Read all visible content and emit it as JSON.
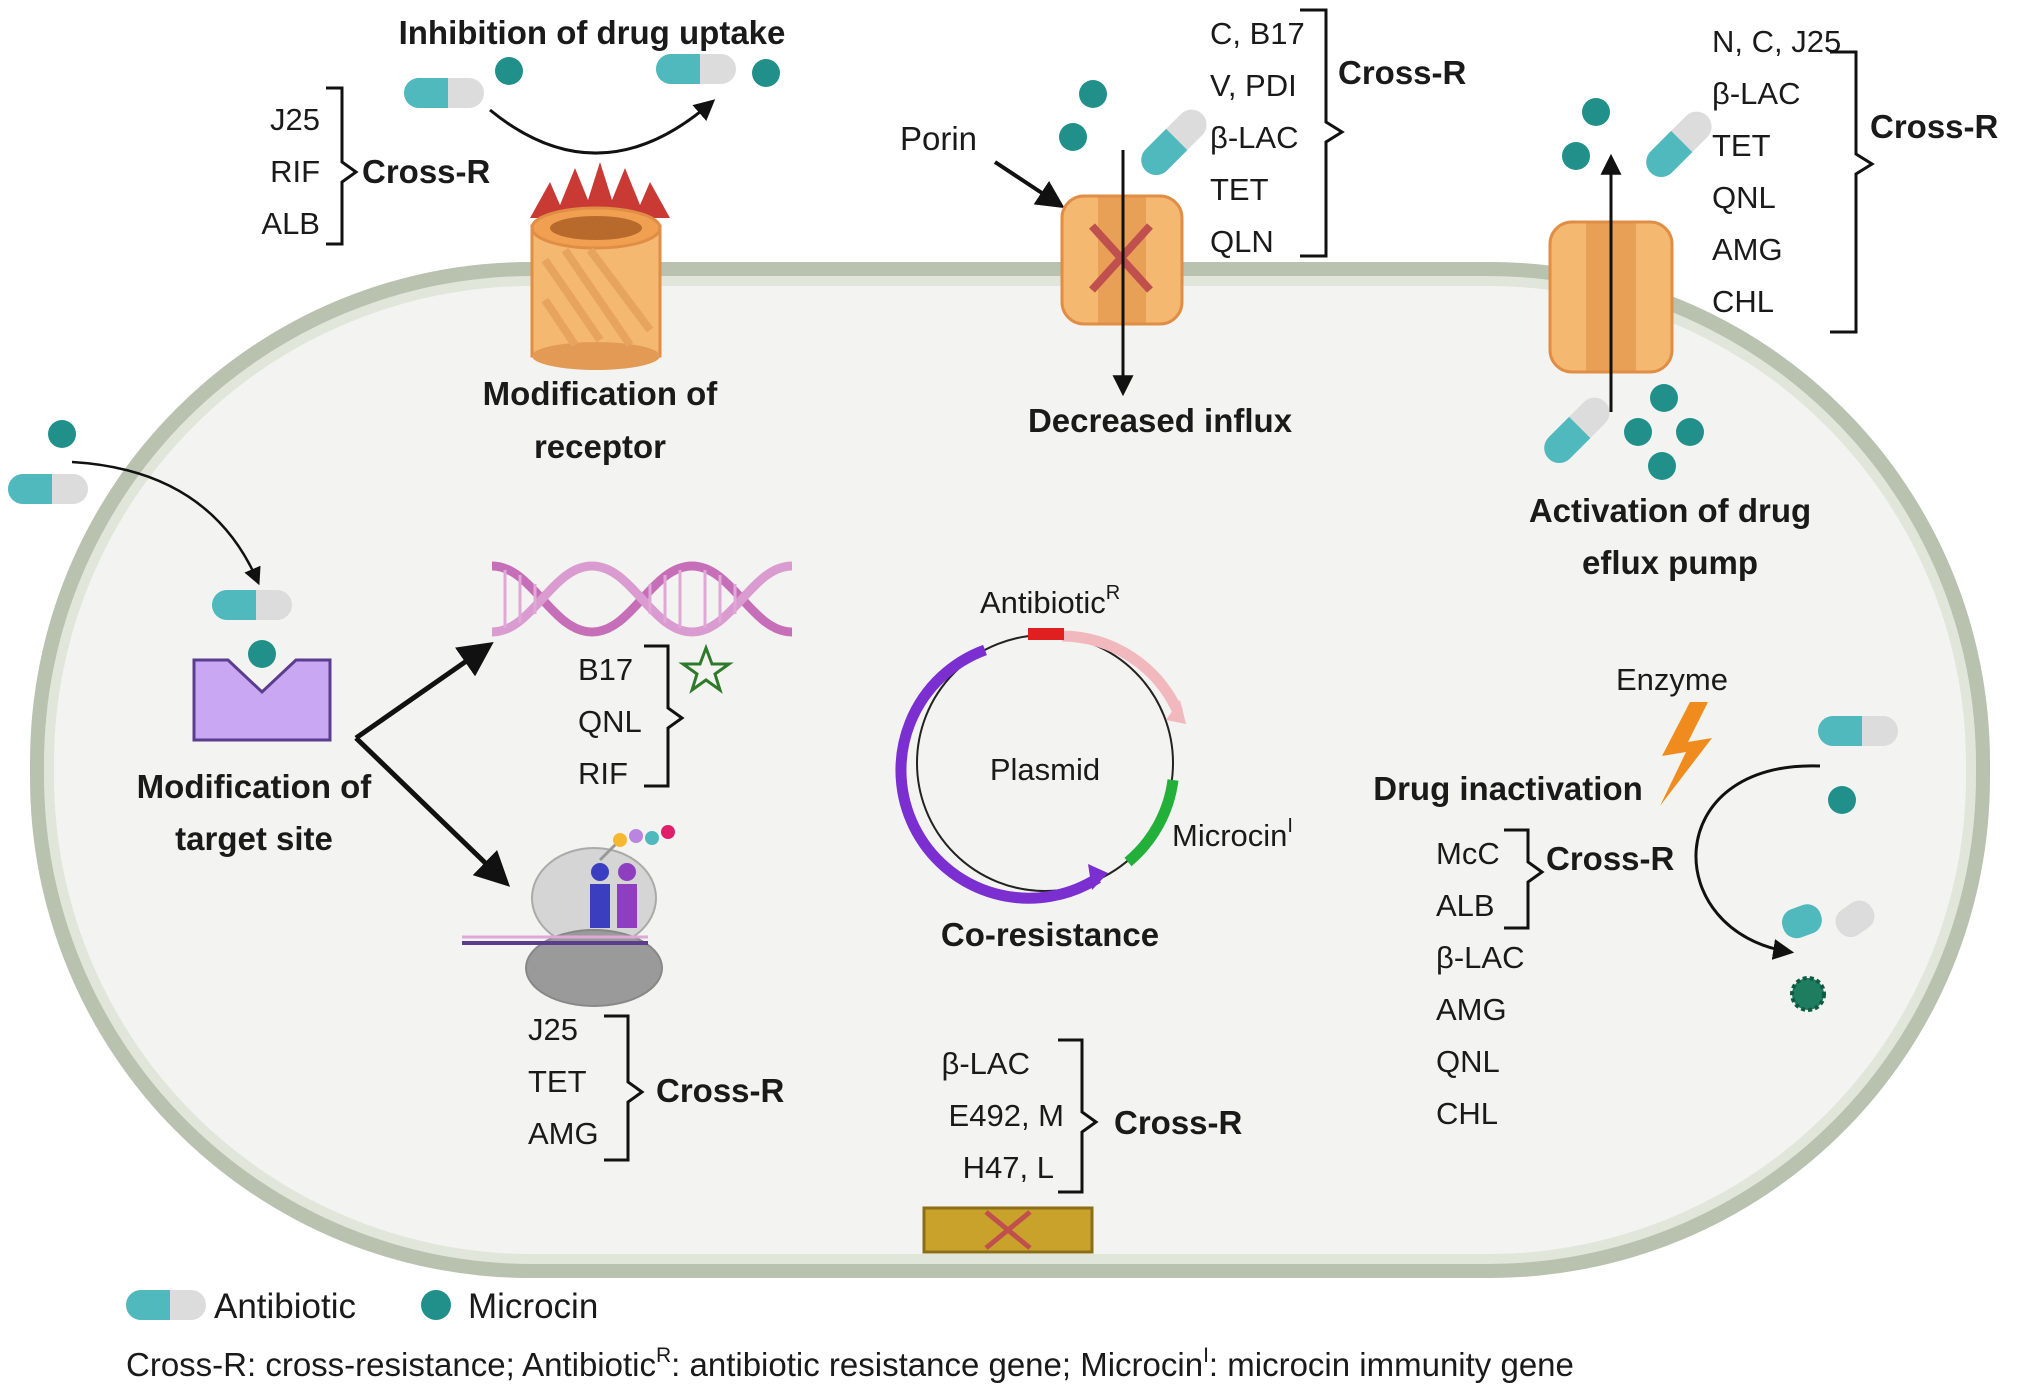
{
  "labels": {
    "inhibition_uptake": "Inhibition of drug uptake",
    "modification_receptor_1": "Modification of",
    "modification_receptor_2": "receptor",
    "porin": "Porin",
    "decreased_influx": "Decreased influx",
    "efflux_1": "Activation of drug",
    "efflux_2": "eflux pump",
    "target_site_1": "Modification of",
    "target_site_2": "target site",
    "antibiotic_r": "Antibiotic",
    "antibiotic_r_sup": "R",
    "plasmid": "Plasmid",
    "microcin_i": "Microcin",
    "microcin_i_sup": "I",
    "co_resistance": "Co-resistance",
    "enzyme": "Enzyme",
    "drug_inactivation": "Drug inactivation",
    "cross_r": "Cross-R"
  },
  "groups": {
    "receptor": [
      "J25",
      "RIF",
      "ALB"
    ],
    "influx": [
      "C, B17",
      "V, PDI",
      "β-LAC",
      "TET",
      "QLN"
    ],
    "efflux": [
      "N, C, J25",
      "β-LAC",
      "TET",
      "QNL",
      "AMG",
      "CHL"
    ],
    "dna_target": [
      "B17",
      "QNL",
      "RIF"
    ],
    "ribosome_target": [
      "J25",
      "TET",
      "AMG"
    ],
    "membrane": [
      "β-LAC",
      "E492, M",
      "H47,  L"
    ],
    "inactivation_bracketed": [
      "McC",
      "ALB"
    ],
    "inactivation_rest": [
      "β-LAC",
      "AMG",
      "QNL",
      "CHL"
    ]
  },
  "legend": {
    "antibiotic": "Antibiotic",
    "microcin": "Microcin",
    "caption_part1": "Cross-R: cross-resistance; Antibiotic",
    "caption_sup1": "R",
    "caption_part2": ": antibiotic resistance gene; Microcin",
    "caption_sup2": "I",
    "caption_part3": ": microcin immunity gene"
  },
  "colors": {
    "cell_fill": "#f3f4f1",
    "membrane": "#b8c2ae",
    "membrane_inner": "#e1e6da",
    "antibiotic_teal": "#4fb9bd",
    "antibiotic_grey": "#dcdcdc",
    "microcin": "#21908a",
    "porin": "#f5b870",
    "porin_dark": "#e08e45",
    "cross_x": "#c0504d",
    "receptor_red": "#c93a35",
    "target": "#c9a7f2",
    "plasmid_purple": "#7b2fd0",
    "plasmid_pink": "#f1b8bd",
    "plasmid_red": "#e02020",
    "plasmid_green": "#22b03a",
    "enzyme_orange": "#f08c1e",
    "membrane_gene": "#c9a22c",
    "dna_pink": "#c66fb8"
  }
}
